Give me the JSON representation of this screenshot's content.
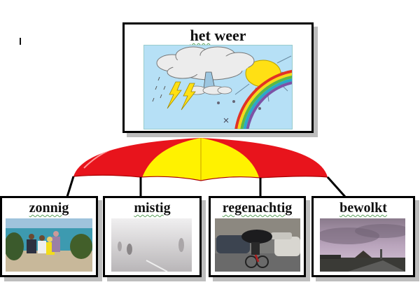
{
  "document": {
    "main_topic": {
      "title_word1": "het",
      "title_word2": "weer",
      "illustration": "weather-illustration"
    },
    "categories": [
      {
        "label": "zonnig",
        "photo": "sunny-beach-family-photo"
      },
      {
        "label": "mistig",
        "photo": "foggy-road-cyclists-photo"
      },
      {
        "label": "regenachtig",
        "photo": "rainy-street-cyclist-umbrella-photo"
      },
      {
        "label": "bewolkt",
        "photo": "cloudy-sky-town-photo"
      }
    ],
    "connector": "umbrella-red-yellow"
  },
  "colors": {
    "umbrella_red": "#e8141c",
    "umbrella_yellow": "#fff200",
    "sky_blue": "#b6e0f6",
    "spellcheck_green": "#5aa05a"
  }
}
